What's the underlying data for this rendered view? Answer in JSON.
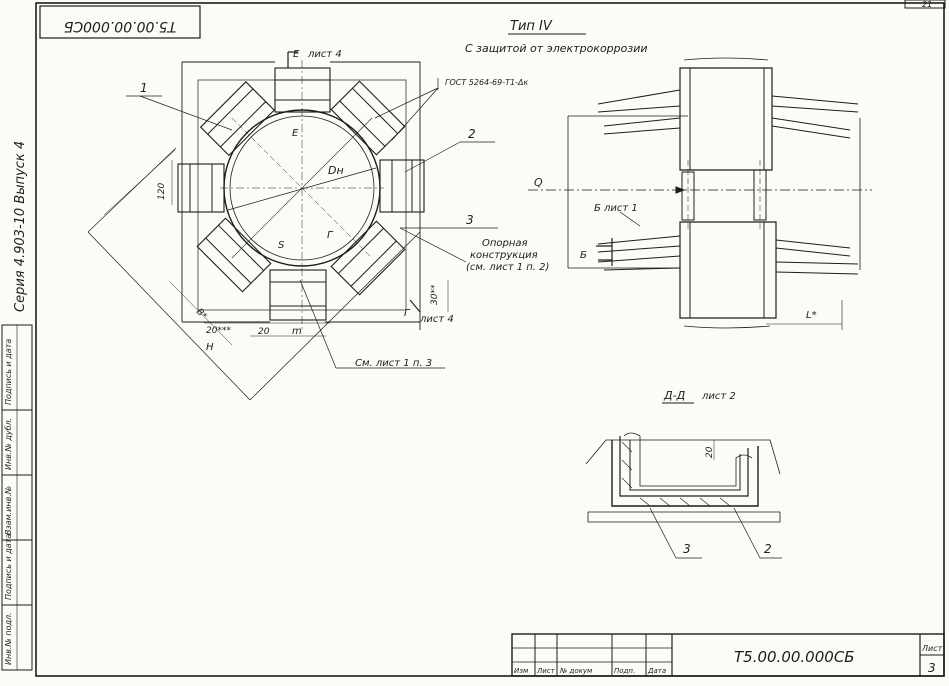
{
  "sheet_corner_number": "21",
  "stamp_code_rotated": "Т5.00.00.000СБ",
  "series_vertical": "Серия 4.903-10  Выпуск 4",
  "side_strip": [
    "Подпись и дата",
    "Инв.№ дубл.",
    "Взам.инв.№",
    "Подпись и дата",
    "Инв.№ подл."
  ],
  "title": "Тип IV",
  "subtitle": "С защитой от электрокоррозии",
  "left_view": {
    "section_label": "Е",
    "section_sheet": "лист 4",
    "gost": "ГОСТ 5264-69-Т1-Δк",
    "diameter": "Dн",
    "leader_1": "1",
    "leader_2": "2",
    "leader_3": "3",
    "support_1": "Опорная",
    "support_2": "конструкция",
    "support_3": "(см. лист 1 п. 2)",
    "dim_120": "120",
    "dim_s": "S",
    "dim_g": "Г",
    "dim_b": "В*",
    "dim_20a": "20***",
    "dim_20b": "20",
    "dim_m": "m",
    "dim_h": "Н",
    "dim_30": "30**",
    "g_sheet_label": "Г",
    "g_sheet": "лист 4",
    "see_sheet": "См. лист 1 п. 3"
  },
  "right_view": {
    "q": "Q",
    "b_sheet": "Б лист 1",
    "b": "Б",
    "l": "L*"
  },
  "section_view": {
    "title": "Д-Д",
    "sheet": "лист 2",
    "dim_20": "20",
    "leader_3": "3",
    "leader_2": "2"
  },
  "title_block": {
    "headers": [
      "Изм",
      "Лист",
      "№ докум",
      "Подп.",
      "Дата"
    ],
    "code": "Т5.00.00.000СБ",
    "sheet_label": "Лист",
    "sheet_no": "3"
  }
}
